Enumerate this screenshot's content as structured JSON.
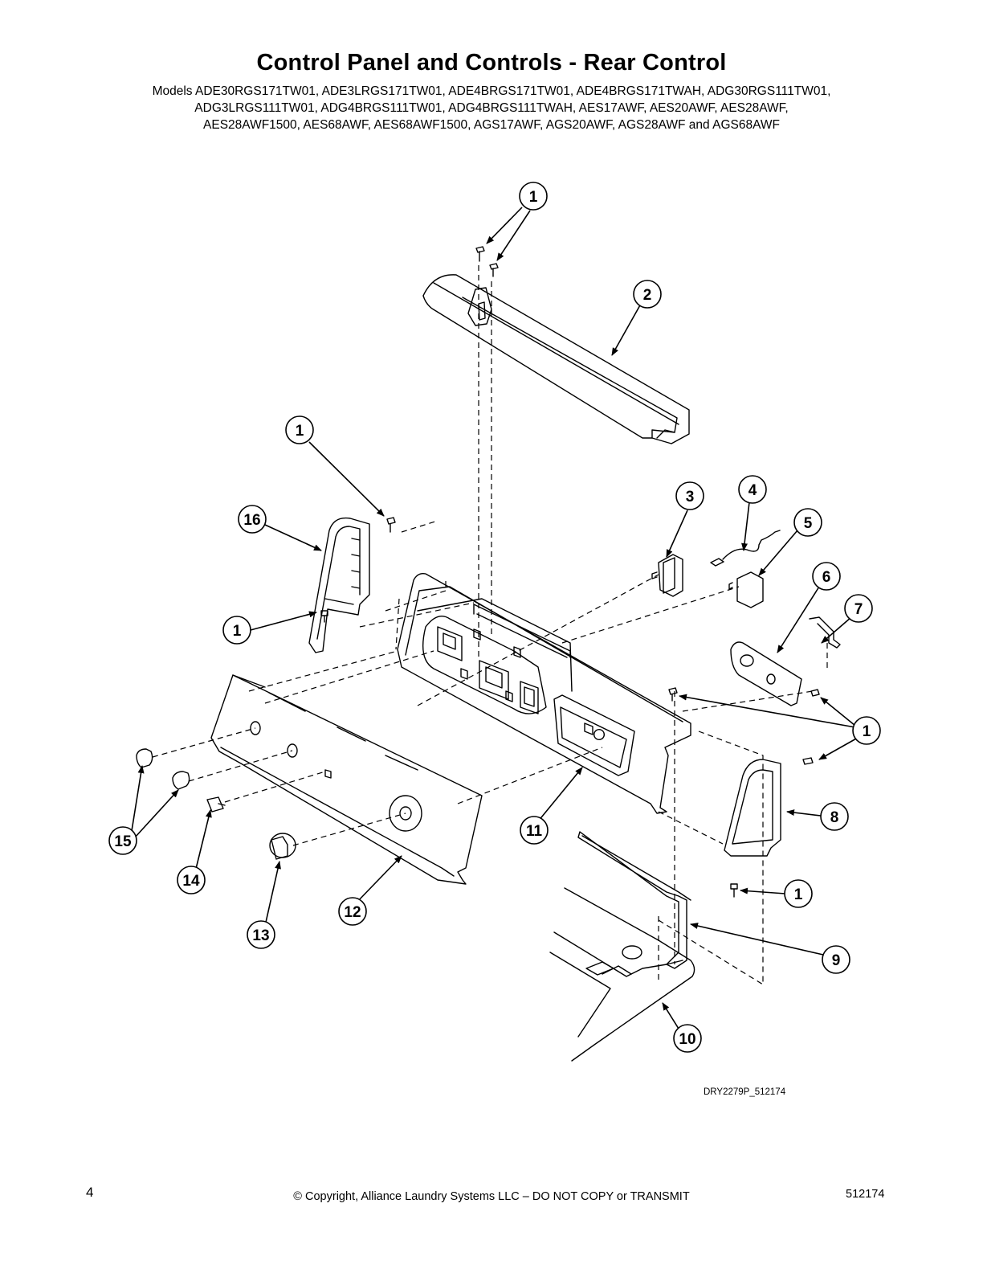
{
  "title": "Control Panel and Controls - Rear Control",
  "models": [
    "Models ADE30RGS171TW01, ADE3LRGS171TW01, ADE4BRGS171TW01, ADE4BRGS171TWAH, ADG30RGS111TW01,",
    "ADG3LRGS111TW01, ADG4BRGS111TW01, ADG4BRGS111TWAH, AES17AWF, AES20AWF, AES28AWF,",
    "AES28AWF1500, AES68AWF, AES68AWF1500, AGS17AWF, AGS20AWF, AGS28AWF and AGS68AWF"
  ],
  "callouts": [
    "1",
    "2",
    "1",
    "16",
    "3",
    "4",
    "5",
    "6",
    "7",
    "1",
    "1",
    "15",
    "11",
    "8",
    "14",
    "1",
    "12",
    "13",
    "9",
    "10"
  ],
  "drawing_code": "DRY2279P_512174",
  "footer": {
    "page_number": "4",
    "copyright": "© Copyright, Alliance Laundry Systems LLC – DO NOT COPY or TRANSMIT",
    "doc_number": "512174"
  }
}
